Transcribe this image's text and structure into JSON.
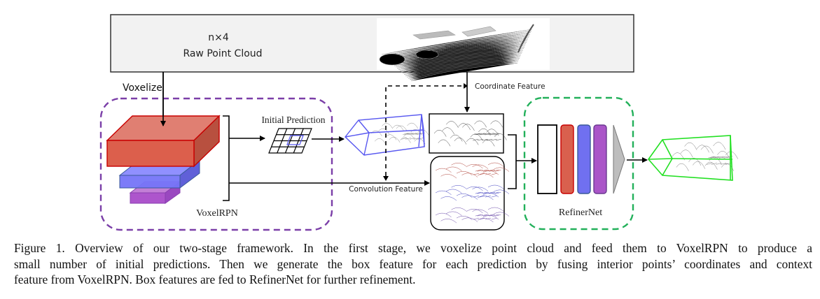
{
  "figure": {
    "raw_point_cloud": {
      "shape_label": "n×4",
      "title": "Raw Point Cloud"
    },
    "voxelize_label": "Voxelize",
    "voxelrpn": {
      "label": "VoxelRPN",
      "layer_colors": [
        "#d9604e",
        "#7070f0",
        "#aa55c8"
      ]
    },
    "initial_prediction_label": "Initial Prediction",
    "coordinate_feature_label": "Coordinate Feature",
    "convolution_feature_label": "Convolution Feature",
    "refinernet": {
      "label": "RefinerNet",
      "layer_colors": [
        "#ffffff",
        "#d9604e",
        "#7070f0",
        "#aa55c8",
        "#bdbdbd"
      ]
    },
    "colors": {
      "voxelrpn_border": "#7b3fa8",
      "refinernet_border": "#22b05a",
      "proposal_box": "#5858f0",
      "refined_box": "#22e022"
    }
  },
  "caption": {
    "lines": [
      "Figure 1. Overview of our two-stage framework.  In the first stage, we voxelize point cloud and feed them to VoxelRPN to produce a",
      "small number of initial predictions. Then we generate the box feature for each prediction by fusing interior points’ coordinates and context",
      "feature from VoxelRPN. Box features are fed to RefinerNet for further refinement."
    ]
  }
}
